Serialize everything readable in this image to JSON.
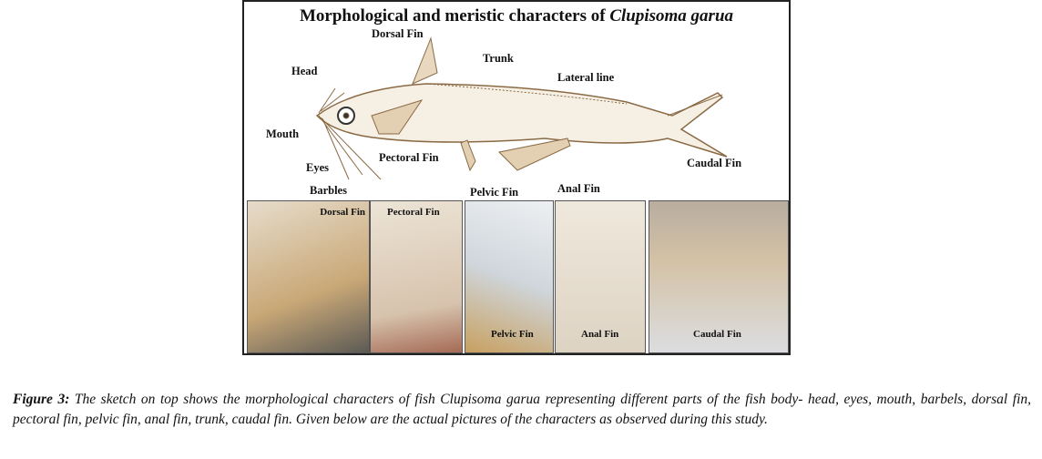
{
  "figure": {
    "title": "Morphological and meristic characters of ",
    "title_species": "Clupisoma garua",
    "labels": {
      "dorsal": "Dorsal Fin",
      "head": "Head",
      "trunk": "Trunk",
      "lateral": "Lateral line",
      "mouth": "Mouth",
      "pectoral": "Pectoral Fin",
      "eyes": "Eyes",
      "barbles": "Barbles",
      "pelvic": "Pelvic Fin",
      "anal": "Anal Fin",
      "caudal": "Caudal Fin"
    },
    "photos": [
      "Dorsal Fin",
      "Pectoral Fin",
      "Pelvic Fin",
      "Anal Fin",
      "Caudal Fin"
    ]
  },
  "caption": {
    "label": "Figure 3:",
    "text": " The sketch on top shows the morphological characters of fish Clupisoma garua representing different parts of the fish body- head, eyes, mouth, barbels, dorsal fin, pectoral fin, pelvic fin, anal fin, trunk, caudal fin. Given below are the actual pictures of the characters as observed during this study."
  }
}
